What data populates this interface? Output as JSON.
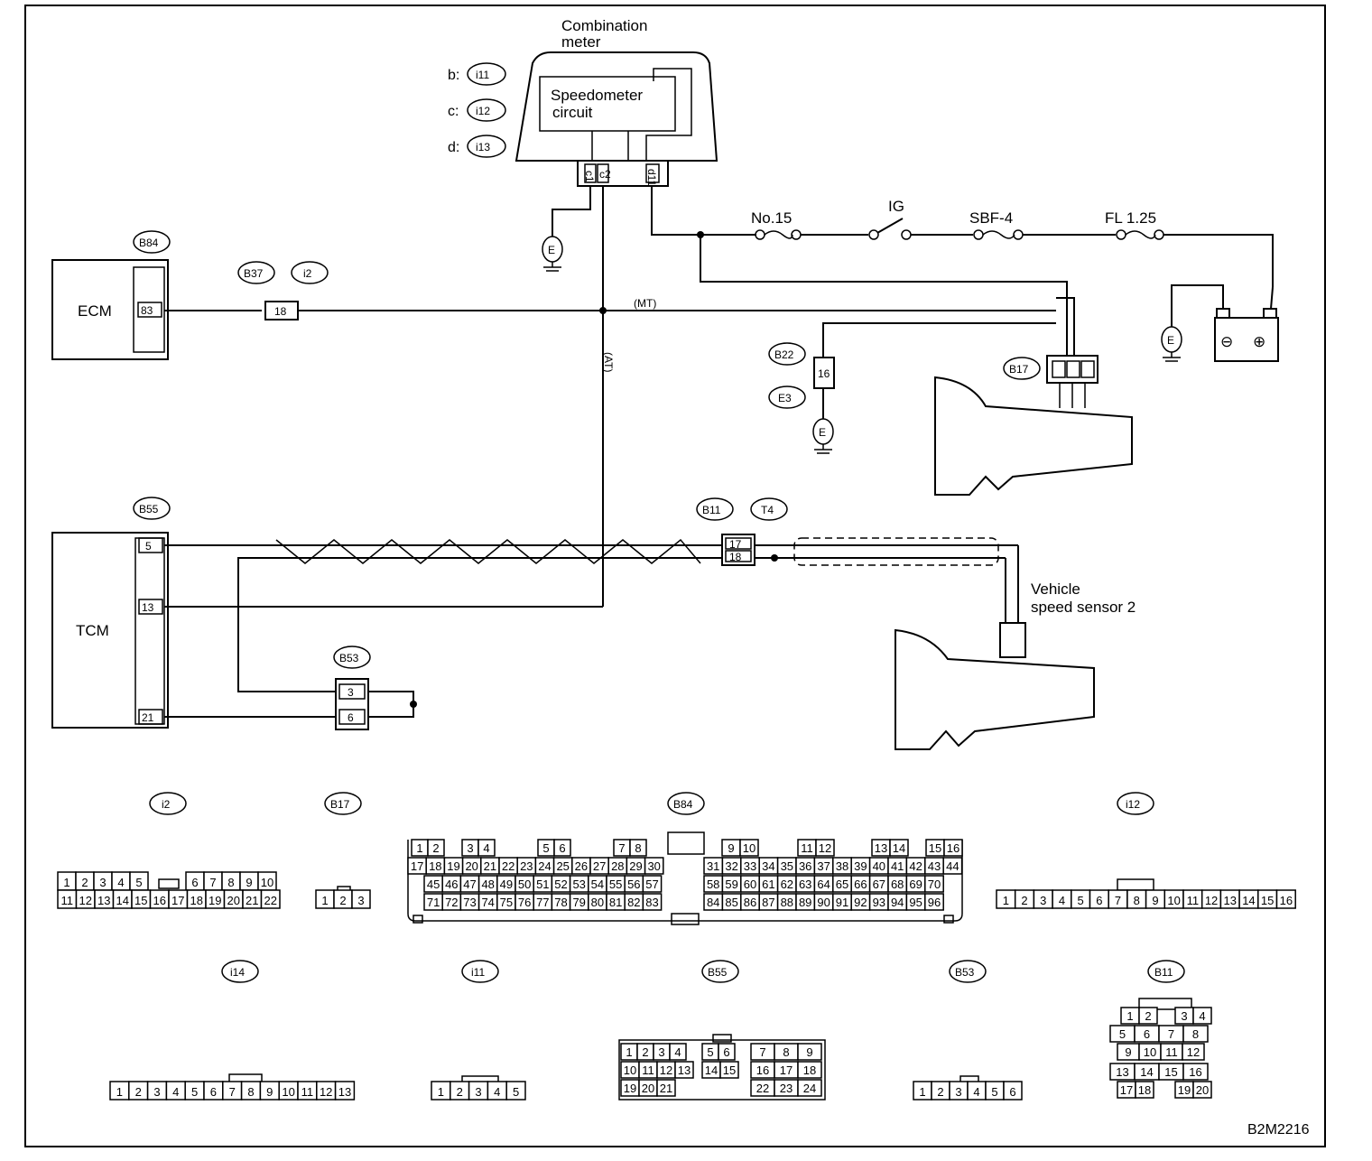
{
  "combination_meter": {
    "title_line1": "Combination",
    "title_line2": "meter",
    "inner_line1": "Speedometer",
    "inner_line2": "circuit",
    "connectors": [
      {
        "prefix": "b:",
        "id": "i11"
      },
      {
        "prefix": "c:",
        "id": "i12"
      },
      {
        "prefix": "d:",
        "id": "i13"
      }
    ],
    "pins": [
      "c1",
      "c2",
      "d11"
    ]
  },
  "modules": {
    "ecm": {
      "label": "ECM",
      "connector": "B84",
      "pin": "83"
    },
    "tcm": {
      "label": "TCM",
      "connector": "B55",
      "pins": [
        "5",
        "13",
        "21"
      ]
    }
  },
  "power_line": {
    "fuse1": "No.15",
    "switch": "IG",
    "fuse2": "SBF-4",
    "fuse3": "FL 1.25"
  },
  "battery": {
    "neg": "⊖",
    "pos": "⊕"
  },
  "ground_symbol": "E",
  "harness_tags": {
    "ecm_joint": [
      "B37",
      "i2"
    ],
    "ecm_joint_pin": "18",
    "sensor_joint": [
      "B11",
      "T4"
    ],
    "sensor_joint_pins": [
      "17",
      "18"
    ],
    "b53": "B53",
    "b53_pins": [
      "3",
      "6"
    ],
    "b22": "B22",
    "b22_pin": "16",
    "e3": "E3",
    "b17": "B17",
    "b17_pins": [
      "1",
      "2",
      "3"
    ]
  },
  "wire_notes": {
    "mt": "(MT)",
    "at": "(AT)"
  },
  "sensor_label_line1": "Vehicle",
  "sensor_label_line2": "speed sensor 2",
  "connector_views": {
    "i2": {
      "tag": "i2",
      "row1": [
        "1",
        "2",
        "3",
        "4",
        "5",
        "6",
        "7",
        "8",
        "9",
        "10"
      ],
      "row2": [
        "11",
        "12",
        "13",
        "14",
        "15",
        "16",
        "17",
        "18",
        "19",
        "20",
        "21",
        "22"
      ]
    },
    "B17": {
      "tag": "B17",
      "pins": [
        "1",
        "2",
        "3"
      ]
    },
    "B84": {
      "tag": "B84",
      "row1a": [
        "1",
        "2",
        "3",
        "4",
        "5",
        "6",
        "7",
        "8"
      ],
      "row1b": [
        "9",
        "10",
        "11",
        "12",
        "13",
        "14",
        "15",
        "16"
      ],
      "row2a": [
        "17",
        "18",
        "19",
        "20",
        "21",
        "22",
        "23",
        "24",
        "25",
        "26",
        "27",
        "28",
        "29",
        "30"
      ],
      "row2b": [
        "31",
        "32",
        "33",
        "34",
        "35",
        "36",
        "37",
        "38",
        "39",
        "40",
        "41",
        "42",
        "43",
        "44"
      ],
      "row3a": [
        "45",
        "46",
        "47",
        "48",
        "49",
        "50",
        "51",
        "52",
        "53",
        "54",
        "55",
        "56",
        "57"
      ],
      "row3b": [
        "58",
        "59",
        "60",
        "61",
        "62",
        "63",
        "64",
        "65",
        "66",
        "67",
        "68",
        "69",
        "70"
      ],
      "row4a": [
        "71",
        "72",
        "73",
        "74",
        "75",
        "76",
        "77",
        "78",
        "79",
        "80",
        "81",
        "82",
        "83"
      ],
      "row4b": [
        "84",
        "85",
        "86",
        "87",
        "88",
        "89",
        "90",
        "91",
        "92",
        "93",
        "94",
        "95",
        "96"
      ]
    },
    "i12": {
      "tag": "i12",
      "pins": [
        "1",
        "2",
        "3",
        "4",
        "5",
        "6",
        "7",
        "8",
        "9",
        "10",
        "11",
        "12",
        "13",
        "14",
        "15",
        "16"
      ]
    },
    "i14": {
      "tag": "i14",
      "pins": [
        "1",
        "2",
        "3",
        "4",
        "5",
        "6",
        "7",
        "8",
        "9",
        "10",
        "11",
        "12",
        "13"
      ]
    },
    "i11": {
      "tag": "i11",
      "pins": [
        "1",
        "2",
        "3",
        "4",
        "5"
      ]
    },
    "B55": {
      "tag": "B55",
      "row1": [
        "1",
        "2",
        "3",
        "4",
        "5",
        "6",
        "7",
        "8",
        "9"
      ],
      "row2": [
        "10",
        "11",
        "12",
        "13",
        "14",
        "15",
        "16",
        "17",
        "18"
      ],
      "row3": [
        "19",
        "20",
        "21",
        "22",
        "23",
        "24"
      ]
    },
    "B53": {
      "tag": "B53",
      "pins": [
        "1",
        "2",
        "3",
        "4",
        "5",
        "6"
      ]
    },
    "B11": {
      "tag": "B11",
      "row1": [
        "1",
        "2",
        "3",
        "4"
      ],
      "row2": [
        "5",
        "6",
        "7",
        "8"
      ],
      "row3": [
        "9",
        "10",
        "11",
        "12"
      ],
      "row4": [
        "13",
        "14",
        "15",
        "16"
      ],
      "row5": [
        "17",
        "18",
        "19",
        "20"
      ]
    }
  },
  "figure_code": "B2M2216"
}
